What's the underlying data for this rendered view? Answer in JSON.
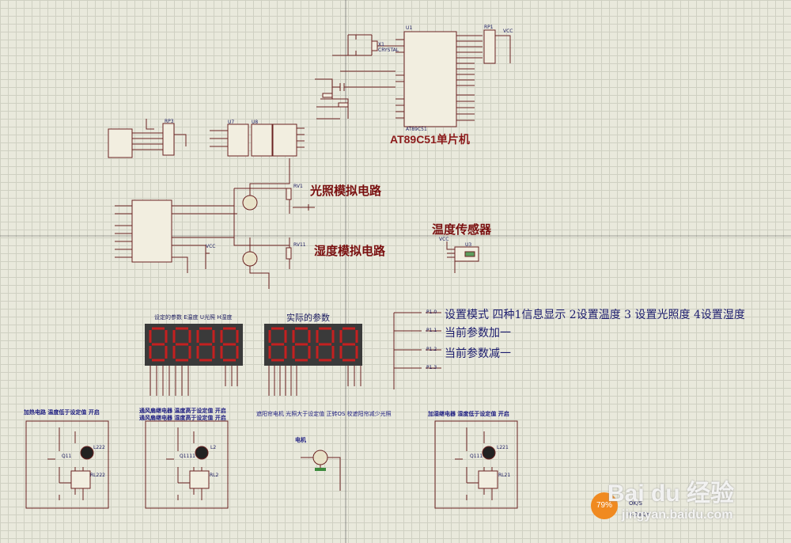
{
  "labels": {
    "mcu_title": "AT89C51单片机",
    "light_circuit": "光照模拟电路",
    "humidity_circuit": "湿度模拟电路",
    "temp_sensor": "温度传感器",
    "mode_desc": "设置模式 四种1信息显示 2设置温度 3 设置光照度 4设置湿度",
    "inc_desc": "当前参数加一",
    "dec_desc": "当前参数减一",
    "set_params": "设定的参数 E温度  U光照 H湿度",
    "actual_params": "实际的参数",
    "heater": "加热电路 温度低于设定值 开启",
    "fan": "通风扇继电器 温度高于设定值 开启",
    "fan2": "通风扇继电器 湿度高于设定值 开启",
    "curtain": "遮阳帘电机 光照大于设定值 正转OS 校遮阳帘减少光照",
    "motor": "电机",
    "humidifier": "加湿继电器 湿度低于设定值 开启"
  },
  "components": {
    "mcu_ref": "U1",
    "mcu_part": "AT89C51",
    "crystal": "X1",
    "crystal_val": "CRYSTAL",
    "rp1": "RP1",
    "rp2": "RP3",
    "u7": "U7",
    "u8": "U8",
    "rv1": "RV1",
    "rv2": "RV11",
    "u3": "U3",
    "q1": "Q11",
    "q2": "Q1111",
    "q3": "Q111",
    "rl1": "RL222",
    "rl2": "RL2",
    "rl3": "RL21",
    "l1": "L222",
    "l2": "L2",
    "l3": "L221",
    "vcc": "VCC",
    "buttons": [
      "P1.0",
      "P1.1",
      "P1.2",
      "P1.3"
    ]
  },
  "motor_reading": "0.03K/s",
  "motor_status": "OK/S",
  "watermark": {
    "badge": "79%",
    "brand": "Bai du 经验",
    "url": "jingyan.baidu.com"
  },
  "colors": {
    "background": "#e9e9dc",
    "wire": "#6b2222",
    "title": "#7a1010",
    "note": "#1c1c6e",
    "seg": "#c42020"
  }
}
